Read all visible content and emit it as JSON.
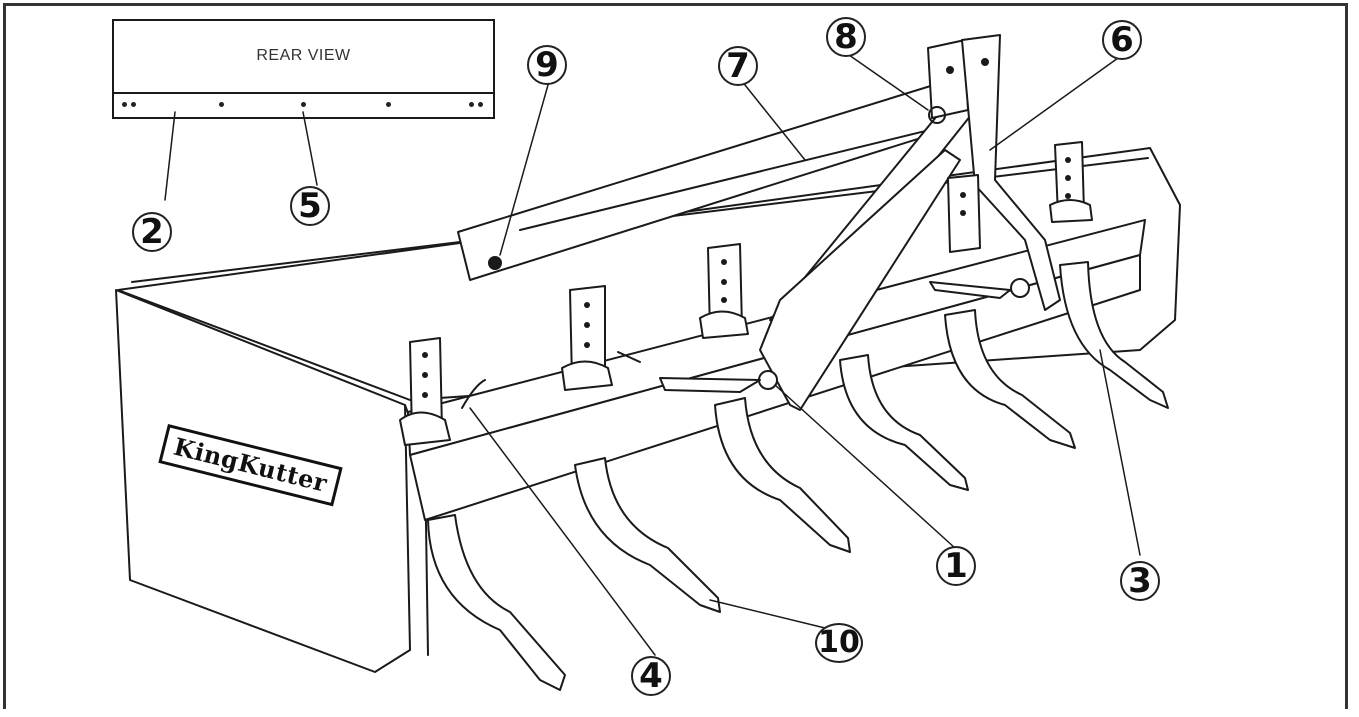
{
  "inset": {
    "title": "REAR VIEW"
  },
  "brand": {
    "text": "KingKutter"
  },
  "callouts": [
    "1",
    "2",
    "3",
    "4",
    "5",
    "6",
    "7",
    "8",
    "9",
    "10"
  ],
  "colors": {
    "line": "#1a1a1a",
    "frame": "#333333",
    "background": "#ffffff"
  }
}
